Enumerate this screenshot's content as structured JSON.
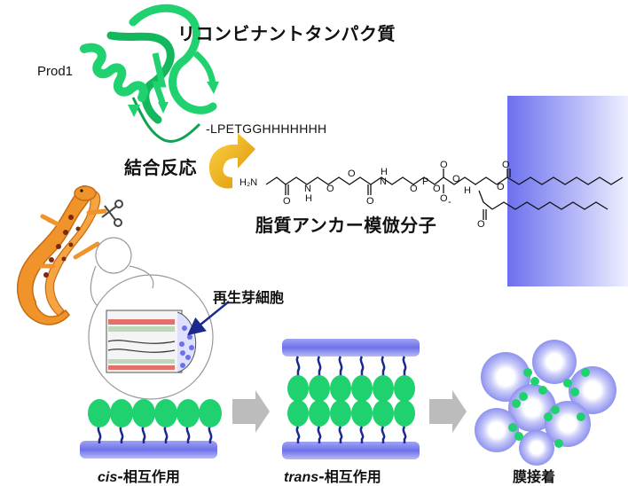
{
  "labels": {
    "recombinant_protein": "リコンビナントタンパク質",
    "prod1": "Prod1",
    "peptide_tag": "-LPETGGHHHHHHH",
    "ligation_reaction": "結合反応",
    "lipid_mimic": "脂質アンカー模倣分子",
    "regen_bud": "再生芽細胞",
    "cis_prefix": "cis",
    "cis_suffix": "-相互作用",
    "trans_prefix": "trans",
    "trans_suffix": "-相互作用",
    "membrane_fusion": "膜接着"
  },
  "molecule": {
    "h2n": "H₂N",
    "n1": "N",
    "h1": "H",
    "o1": "O",
    "o2": "O",
    "o3": "O",
    "o4": "O",
    "h2": "H",
    "n2": "N",
    "o5": "O",
    "p": "P",
    "o6": "O",
    "o7": "O",
    "o8": "O",
    "o9": "O",
    "h3": "H",
    "o10": "O",
    "o11": "O",
    "o12": "O",
    "charge": "-"
  },
  "colors": {
    "protein_green": "#1fd16f",
    "membrane_blue": "#7b7ff0",
    "linker_navy": "#1a2a8c",
    "arrow_gold": "#f2b705",
    "newt_orange": "#f0932b",
    "arrow_gray": "#bcbcbc"
  }
}
